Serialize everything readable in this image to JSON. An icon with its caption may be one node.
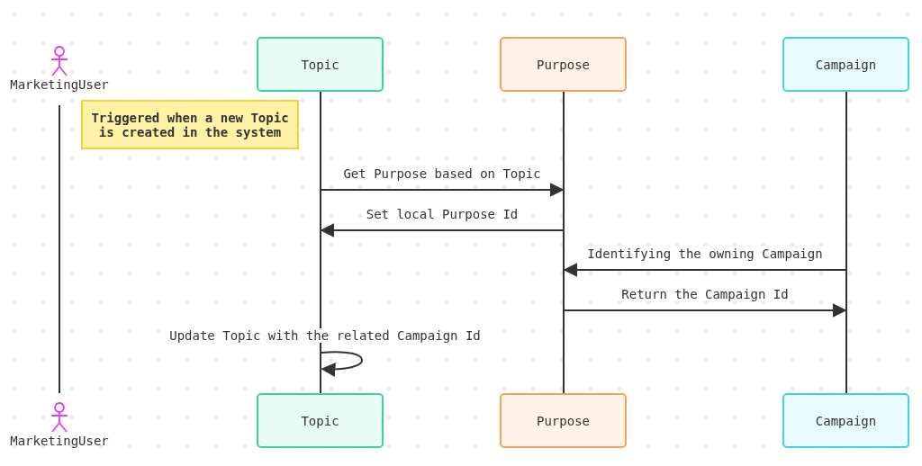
{
  "diagram": {
    "nodes": [
      {
        "text": [
          "MarketingUser"
        ]
      },
      {
        "text": [
          "Topic"
        ]
      },
      {
        "text": [
          "Purpose"
        ]
      },
      {
        "text": [
          "Campaign"
        ]
      },
      {
        "text": [
          "Triggered when a new Topic is created in the system"
        ]
      },
      {
        "text": [],
        "shape": "bar"
      },
      {
        "text": [],
        "shape": "bar"
      },
      {
        "text": [],
        "shape": "bar"
      },
      {
        "text": [],
        "shape": "bar"
      },
      {
        "text": [
          "MarketingUser"
        ]
      },
      {
        "text": [
          "Topic"
        ]
      },
      {
        "text": [
          "Purpose"
        ]
      },
      {
        "text": [
          "Campaign"
        ]
      }
    ],
    "edges": [
      {
        "from": 6,
        "to": 7,
        "arrow": "to",
        "label": "Get Purpose based on Topic"
      },
      {
        "from": 7,
        "to": 6,
        "arrow": "to",
        "label": "Set local Purpose Id"
      },
      {
        "from": 8,
        "to": 7,
        "arrow": "to",
        "label": "Identifying the owning Campaign"
      },
      {
        "from": 7,
        "to": 8,
        "arrow": "to",
        "label": "Return the Campaign Id"
      },
      {
        "from": 6,
        "to": 6,
        "arrow": "to",
        "label": "Update Topic with the related Campaign Id"
      }
    ]
  }
}
